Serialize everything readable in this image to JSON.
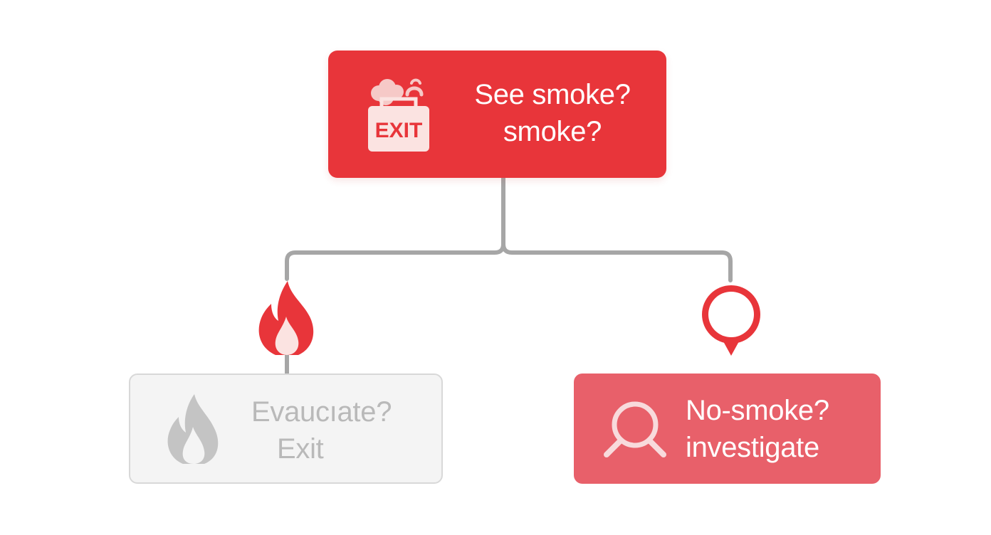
{
  "nodes": {
    "top": {
      "line1": "See smoke?",
      "line2": "smoke?",
      "icon": "exit-sign-with-smoke-icon",
      "icon_text": "EXIT",
      "color": "#e8353a"
    },
    "left": {
      "line1": "Evaucıate?",
      "line2": "Exit",
      "icon": "fire-icon",
      "color": "#f4f4f4"
    },
    "right": {
      "line1": "No-smoke?",
      "line2": "investigate",
      "icon": "magnifier-icon",
      "color": "#e8606a"
    }
  },
  "markers": {
    "left": "fire-icon",
    "right": "location-pin-icon"
  },
  "colors": {
    "connector": "#a6a6a6",
    "accent_red": "#e8353a",
    "muted_gray": "#b9b9b9"
  }
}
